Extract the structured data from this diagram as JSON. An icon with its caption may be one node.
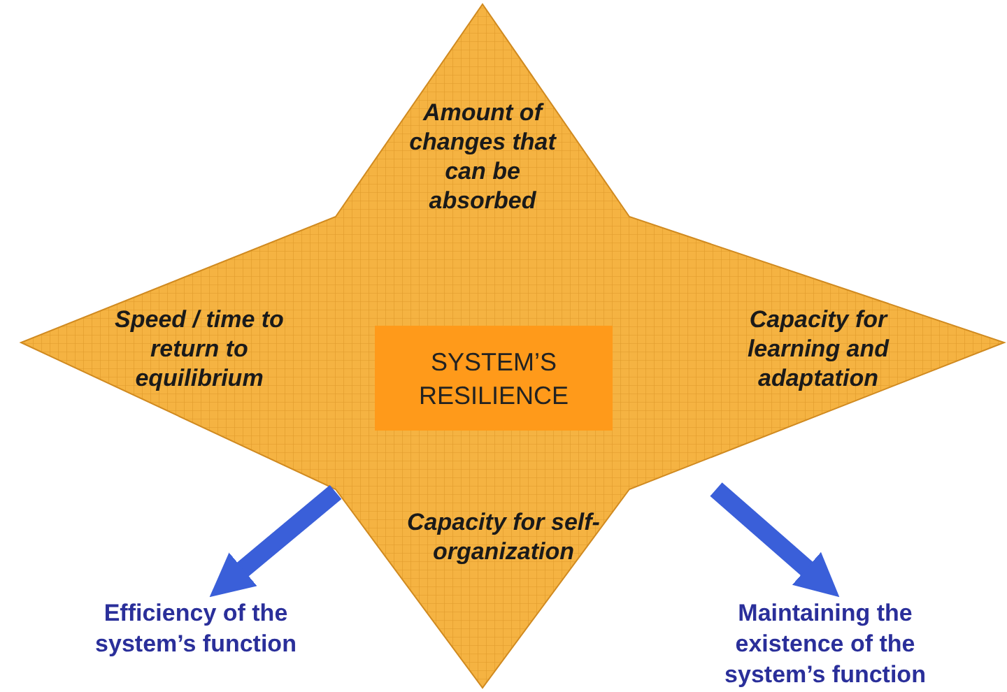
{
  "diagram": {
    "nodes": [
      {
        "text": [
          "Amount of changes that can be absorbed",
          "Speed / time to return to equilibrium",
          "Capacity for learning and adaptation",
          "Capacity for self-organization"
        ]
      },
      {
        "text": [
          "SYSTEM’S RESILIENCE"
        ],
        "in": 0
      },
      {
        "text": [
          "Efficiency of the system’s function"
        ]
      },
      {
        "text": [
          "Maintaining the existence of the system’s function"
        ]
      }
    ],
    "edges": [
      {
        "from": 0,
        "to": 2,
        "arrow": "to"
      },
      {
        "from": 0,
        "to": 3,
        "arrow": "to"
      }
    ]
  }
}
